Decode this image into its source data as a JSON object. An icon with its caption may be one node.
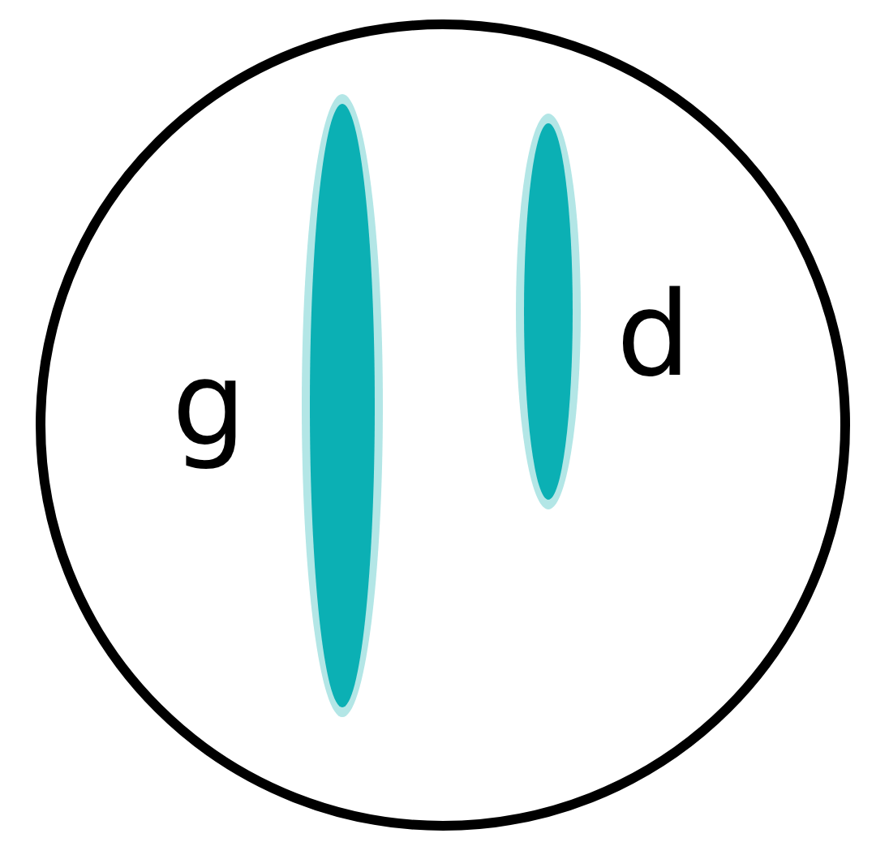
{
  "diagram": {
    "nodes": [
      {
        "text": [],
        "shape": "circle"
      },
      {
        "text": [],
        "shape": "ellipse",
        "in": 0,
        "beside": [
          "g"
        ]
      },
      {
        "text": [],
        "shape": "ellipse",
        "in": 0,
        "beside": [
          "d"
        ]
      }
    ]
  }
}
